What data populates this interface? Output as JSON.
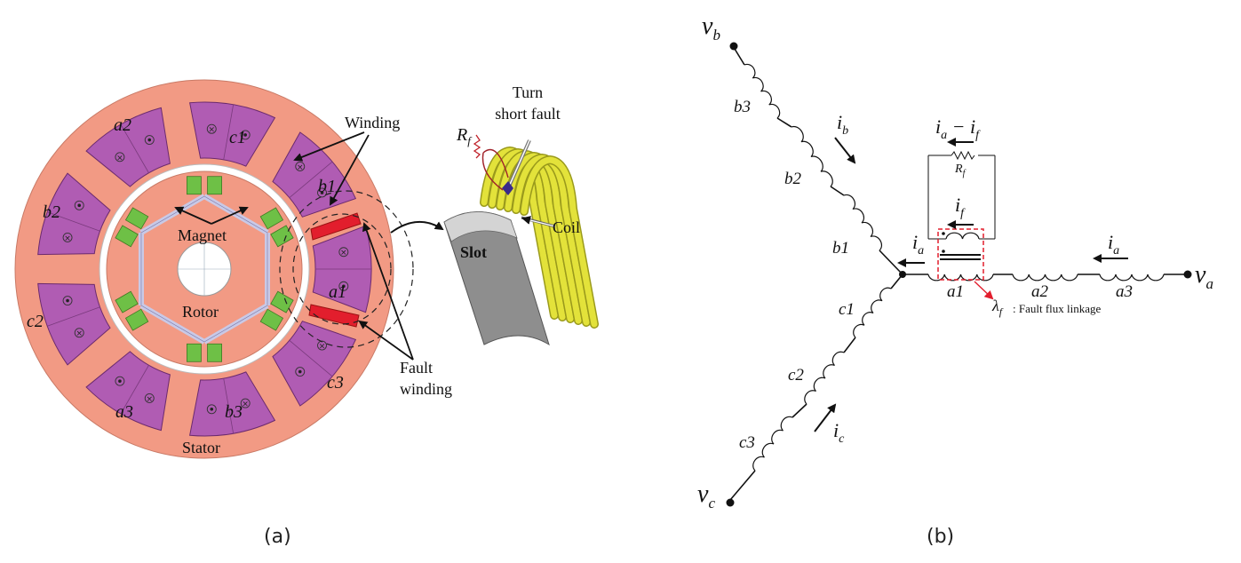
{
  "captions": {
    "a": "(a)",
    "b": "(b)"
  },
  "colors": {
    "stator": "#f29a84",
    "coil": "#b05cb3",
    "magnet": "#6ec046",
    "fault": "#e21e2d",
    "slot": "#8f8f8f",
    "coil_winding": "#e3e23a"
  },
  "motor": {
    "winding_label": "Winding",
    "magnet_label": "Magnet",
    "rotor_label": "Rotor",
    "stator_label": "Stator",
    "fault_winding_label": "Fault\nwinding",
    "turn_short_fault_label": "Turn\nshort fault",
    "rf_label": "R_f",
    "slot_label": "Slot",
    "coil_label": "Coil",
    "coil_labels": [
      "a1",
      "b1",
      "c1",
      "a2",
      "b2",
      "c2",
      "a3",
      "b3",
      "c3"
    ]
  },
  "circuit": {
    "vb": "v_b",
    "va": "v_a",
    "vc": "v_c",
    "ia": "i_a",
    "ib": "i_b",
    "ic": "i_c",
    "if": "i_f",
    "ia_minus_if": "i_a − i_f",
    "rf": "R_f",
    "coils": [
      "b3",
      "b2",
      "b1",
      "a1",
      "a2",
      "a3",
      "c1",
      "c2",
      "c3"
    ],
    "lambda_f": "λ_f",
    "fault_flux_text": ": Fault flux linkage"
  }
}
